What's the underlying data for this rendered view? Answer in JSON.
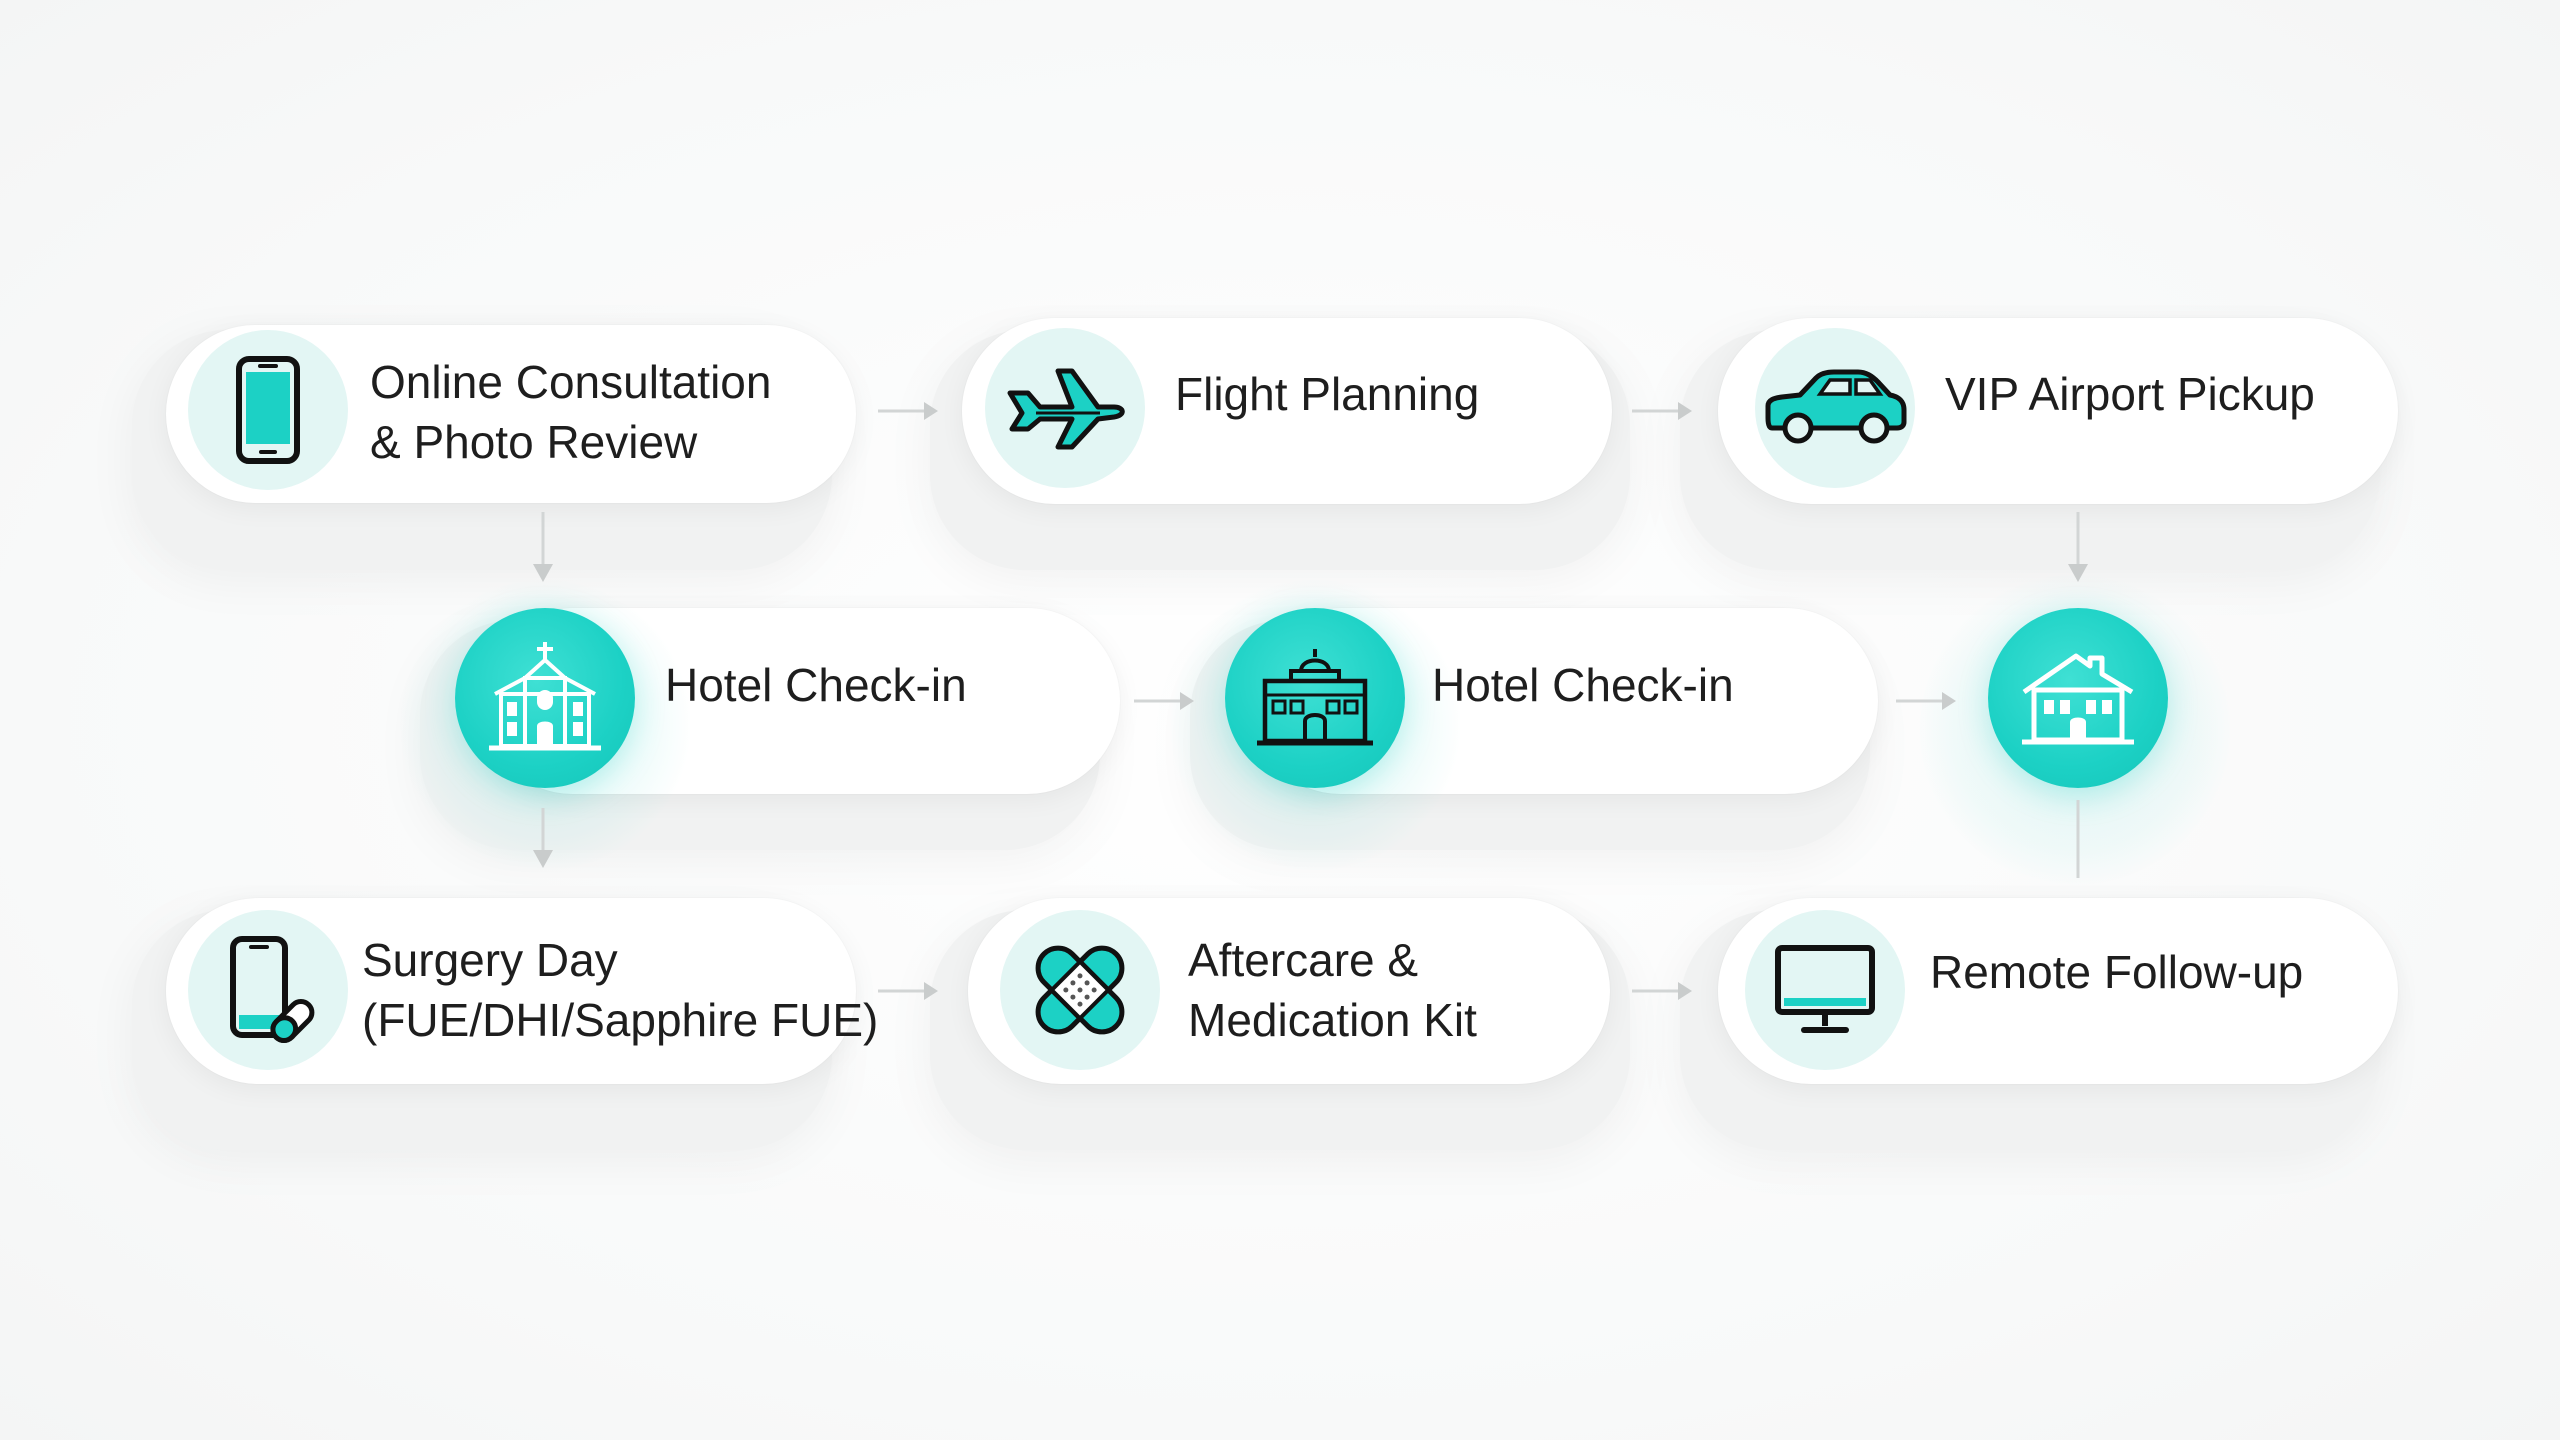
{
  "diagram": {
    "steps": [
      {
        "id": "online-consultation",
        "lines": [
          "Online Consultation",
          "& Photo Review"
        ],
        "icon": "smartphone-icon"
      },
      {
        "id": "flight-planning",
        "lines": [
          "Flight Planning"
        ],
        "icon": "airplane-icon"
      },
      {
        "id": "vip-airport-pickup",
        "lines": [
          "VIP Airport Pickup"
        ],
        "icon": "car-icon"
      },
      {
        "id": "hotel-check-in-1",
        "lines": [
          "Hotel Check-in"
        ],
        "icon": "hotel-church-icon"
      },
      {
        "id": "hotel-check-in-2",
        "lines": [
          "Hotel Check-in"
        ],
        "icon": "hotel-building-icon"
      },
      {
        "id": "clinic",
        "lines": [],
        "icon": "house-icon"
      },
      {
        "id": "surgery-day",
        "lines": [
          "Surgery Day",
          "(FUE/DHI/Sapphire FUE)"
        ],
        "icon": "phone-pill-icon"
      },
      {
        "id": "aftercare",
        "lines": [
          "Aftercare &",
          "Medication Kit"
        ],
        "icon": "bandage-icon"
      },
      {
        "id": "remote-follow-up",
        "lines": [
          "Remote Follow-up"
        ],
        "icon": "monitor-icon"
      }
    ]
  },
  "colors": {
    "accent": "#1cd1c5",
    "icon_light_bg": "#e3f6f4",
    "text": "#1e1e1e",
    "connector": "#c9cccc"
  }
}
